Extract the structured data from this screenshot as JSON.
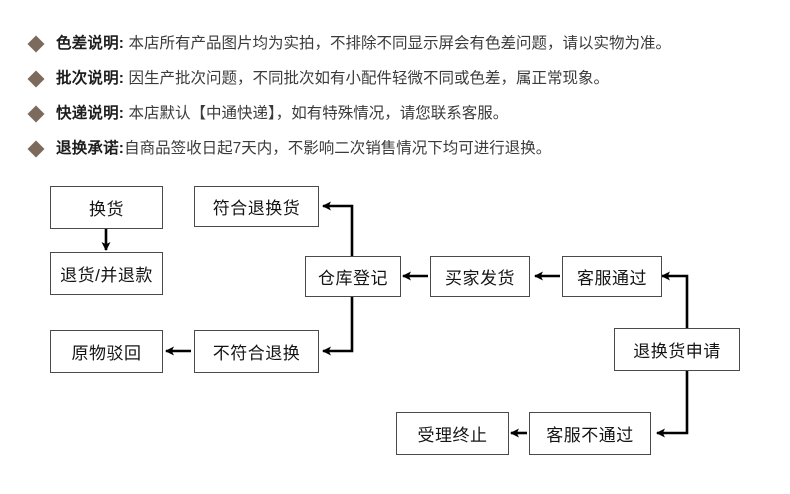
{
  "notices": [
    {
      "bullet": "diamond-bullet-icon",
      "label": "色差说明:",
      "text": " 本店所有产品图片均为实拍，不排除不同显示屏会有色差问题，请以实物为准。"
    },
    {
      "bullet": "diamond-bullet-icon",
      "label": "批次说明:",
      "text": " 因生产批次问题，不同批次如有小配件轻微不同或色差，属正常现象。"
    },
    {
      "bullet": "diamond-bullet-icon",
      "label": "快递说明:",
      "text": " 本店默认【中通快递】，如有特殊情况，请您联系客服。"
    },
    {
      "bullet": "diamond-bullet-icon",
      "label": "退换承诺:",
      "text": "自商品签收日起7天内，不影响二次销售情况下均可进行退换。"
    }
  ],
  "flowchart": {
    "nodes": [
      {
        "id": "exchange",
        "label": "换货"
      },
      {
        "id": "return-refund",
        "label": "退货/并退款"
      },
      {
        "id": "eligible",
        "label": "符合退换货"
      },
      {
        "id": "warehouse",
        "label": "仓库登记"
      },
      {
        "id": "buyer-ship",
        "label": "买家发货"
      },
      {
        "id": "service-approved",
        "label": "客服通过"
      },
      {
        "id": "request",
        "label": "退换货申请"
      },
      {
        "id": "rejected-goods",
        "label": "原物驳回"
      },
      {
        "id": "not-eligible",
        "label": "不符合退换"
      },
      {
        "id": "terminated",
        "label": "受理终止"
      },
      {
        "id": "service-denied",
        "label": "客服不通过"
      }
    ]
  },
  "colors": {
    "bullet": "#7c6a5c",
    "label_text": "#1d1d1d",
    "body_text": "#3b3b3b",
    "box_border": "#4a4a4a",
    "arrow": "#000000",
    "background": "#ffffff"
  }
}
